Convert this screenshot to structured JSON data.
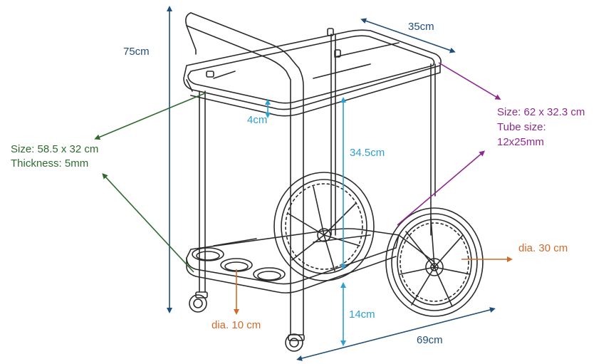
{
  "colors": {
    "navy": "#1f4e79",
    "teal": "#2e9fcf",
    "green": "#2f6b2f",
    "magenta": "#8e2a8e",
    "orange": "#d26a2a",
    "line": "#2b2b2b"
  },
  "labels": {
    "height_total": "75cm",
    "width_top": "35cm",
    "top_tray_size": "Size: 62 x 32.3  cm",
    "top_tray_tube_label": "Tube size:",
    "top_tray_tube_value": "12x25mm",
    "rim_height": "4cm",
    "shelf_gap": "34.5cm",
    "bottom_tray_size": "Size:  58.5 x 32 cm",
    "bottom_tray_thickness": "Thickness: 5mm",
    "wheel_dia": "dia. 30 cm",
    "bottle_hole_dia": "dia. 10 cm",
    "bottom_clearance": "14cm",
    "length_total": "69cm"
  }
}
